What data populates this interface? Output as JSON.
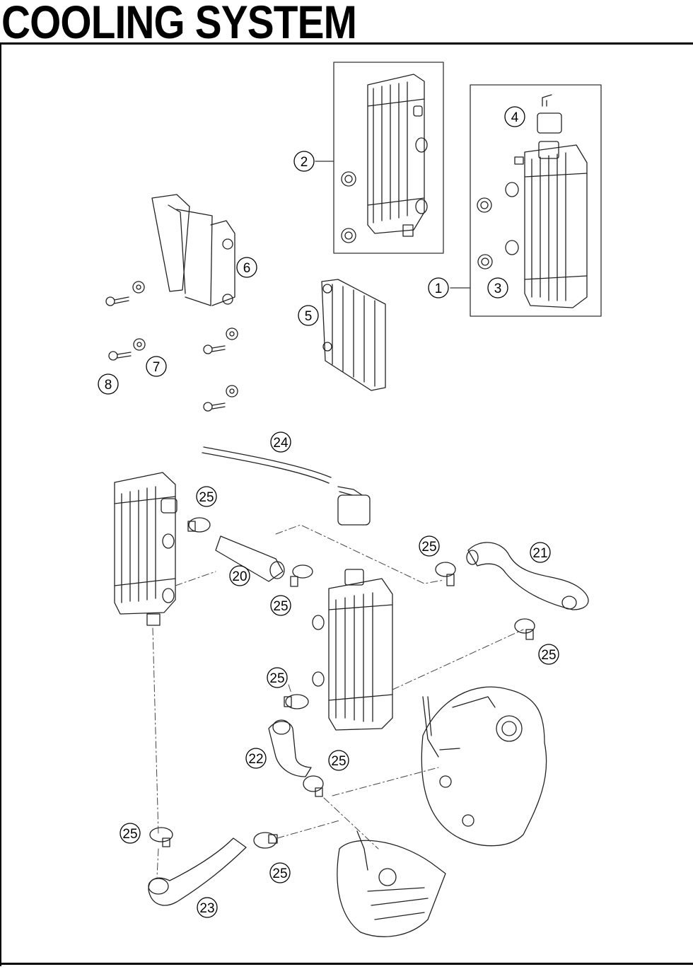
{
  "page": {
    "title": "COOLING SYSTEM"
  },
  "callouts": [
    {
      "id": "c1",
      "label": "1"
    },
    {
      "id": "c2",
      "label": "2"
    },
    {
      "id": "c3",
      "label": "3"
    },
    {
      "id": "c4",
      "label": "4"
    },
    {
      "id": "c5",
      "label": "5"
    },
    {
      "id": "c6",
      "label": "6"
    },
    {
      "id": "c7",
      "label": "7"
    },
    {
      "id": "c8",
      "label": "8"
    },
    {
      "id": "c20",
      "label": "20"
    },
    {
      "id": "c21",
      "label": "21"
    },
    {
      "id": "c22",
      "label": "22"
    },
    {
      "id": "c23",
      "label": "23"
    },
    {
      "id": "c24",
      "label": "24"
    },
    {
      "id": "c25a",
      "label": "25"
    },
    {
      "id": "c25b",
      "label": "25"
    },
    {
      "id": "c25c",
      "label": "25"
    },
    {
      "id": "c25d",
      "label": "25"
    },
    {
      "id": "c25e",
      "label": "25"
    },
    {
      "id": "c25f",
      "label": "25"
    },
    {
      "id": "c25g",
      "label": "25"
    },
    {
      "id": "c25h",
      "label": "25"
    }
  ]
}
